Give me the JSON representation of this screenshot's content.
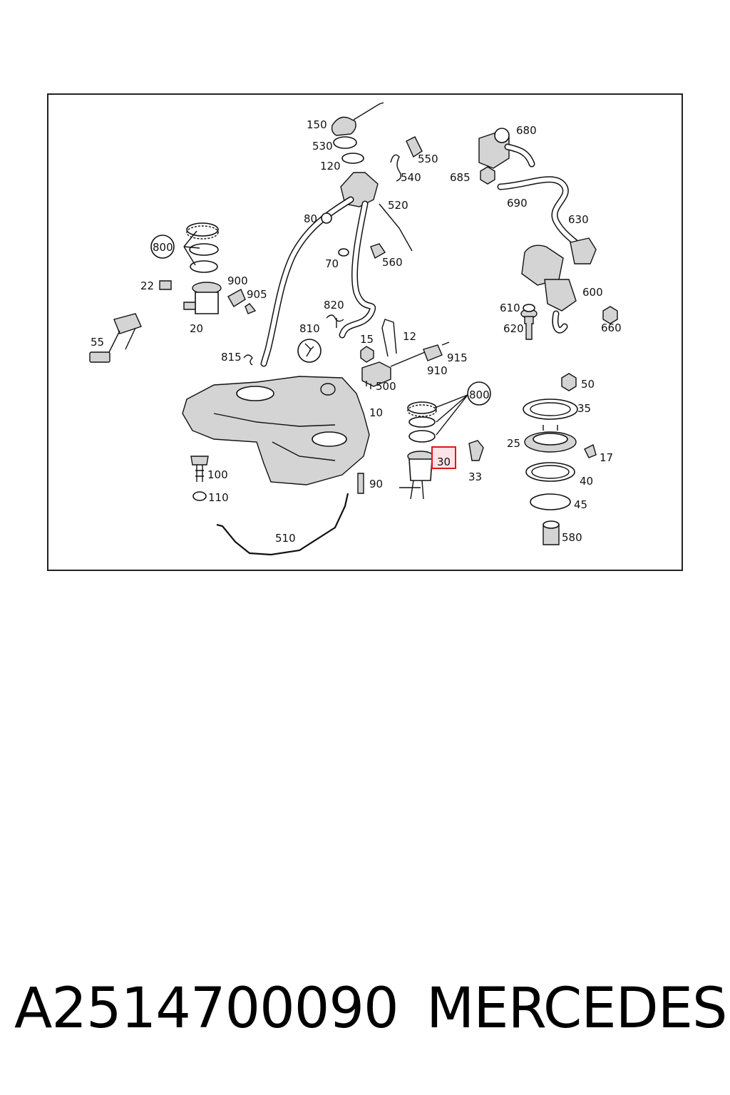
{
  "diagram": {
    "labels": {
      "l150": "150",
      "l530": "530",
      "l120": "120",
      "l550": "550",
      "l540": "540",
      "l520": "520",
      "l80": "80",
      "l70": "70",
      "l560": "560",
      "l680": "680",
      "l685": "685",
      "l690": "690",
      "l630": "630",
      "l600": "600",
      "l610": "610",
      "l620": "620",
      "l660": "660",
      "l800a": "800",
      "l900": "900",
      "l905": "905",
      "l22": "22",
      "l20": "20",
      "l55": "55",
      "l820": "820",
      "l810": "810",
      "l815": "815",
      "l15": "15",
      "l12": "12",
      "l915": "915",
      "l910": "910",
      "l500": "500",
      "l10": "10",
      "l800b": "800",
      "l30": "30",
      "l33": "33",
      "l50": "50",
      "l35": "35",
      "l25": "25",
      "l17": "17",
      "l40": "40",
      "l45": "45",
      "l580": "580",
      "l100": "100",
      "l110": "110",
      "l90": "90",
      "l510": "510"
    },
    "highlighted_callout": "30",
    "highlight_color": "#e0141e"
  },
  "footer": {
    "part_number": "A2514700090",
    "brand": "MERCEDES"
  }
}
